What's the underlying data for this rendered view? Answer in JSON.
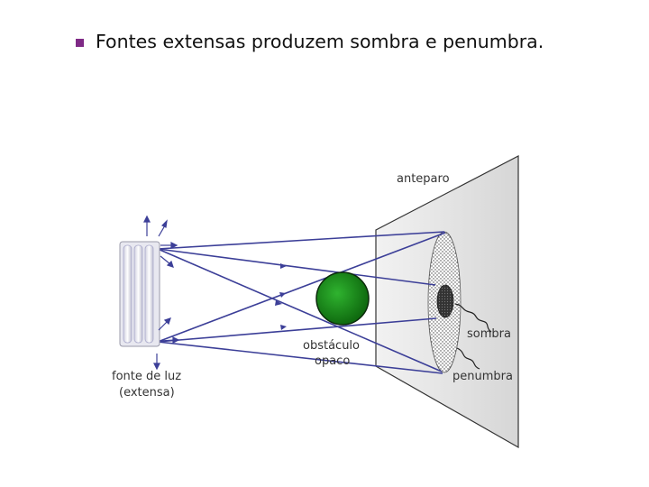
{
  "heading": {
    "bullet_color": "#7f2a86",
    "text": "Fontes extensas produzem sombra e penumbra."
  },
  "labels": {
    "screen": "anteparo",
    "light_source_line1": "fonte de luz",
    "light_source_line2": "(extensa)",
    "obstacle_line1": "obstáculo",
    "obstacle_line2": "opaco",
    "shadow": "sombra",
    "penumbra": "penumbra"
  },
  "colors": {
    "ray": "#3c3f98",
    "sphere": "#1a8a1a",
    "sphere_edge": "#0b2a0b",
    "screen_fill": "#e4e4e4",
    "label": "#333333"
  }
}
